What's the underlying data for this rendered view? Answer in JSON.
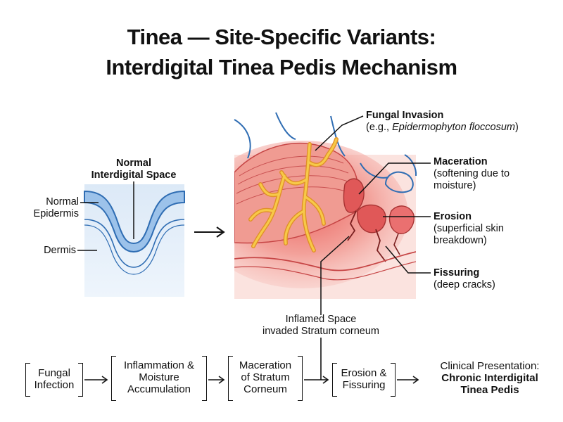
{
  "title": {
    "line1": "Tinea — Site-Specific Variants:",
    "line2": "Interdigital Tinea Pedis Mechanism"
  },
  "normal_panel": {
    "heading_line1": "Normal",
    "heading_line2": "Interdigital Space",
    "epidermis_line1": "Normal",
    "epidermis_line2": "Epidermis",
    "dermis": "Dermis"
  },
  "infected_panel": {
    "fungal_invasion": "Fungal Invasion",
    "fungal_example_prefix": "(e.g., ",
    "fungal_example_species": "Epidermophyton floccosum",
    "fungal_example_suffix": ")",
    "maceration": "Maceration",
    "maceration_line1": "(softening due to",
    "maceration_line2": "moisture)",
    "erosion": "Erosion",
    "erosion_line1": "(superficial skin",
    "erosion_line2": "breakdown)",
    "fissuring": "Fissuring",
    "fissuring_line1": "(deep cracks)",
    "inflamed_line1": "Inflamed Space",
    "inflamed_line2": "invaded Stratum corneum"
  },
  "flow": {
    "step1_line1": "Fungal",
    "step1_line2": "Infection",
    "step2_line1": "Inflammation &",
    "step2_line2": "Moisture",
    "step2_line3": "Accumulation",
    "step3_line1": "Maceration",
    "step3_line2": "of Stratum",
    "step3_line3": "Corneum",
    "step4_line1": "Erosion &",
    "step4_line2": "Fissuring",
    "result_line1": "Clinical Presentation:",
    "result_line2": "Chronic Interdigital",
    "result_line3": "Tinea Pedis"
  },
  "colors": {
    "epidermis_blue": "#4a86c8",
    "dermis_fill": "#dce9f7",
    "inflamed_red": "#e25a5a",
    "tissue_pink": "#f6c2bc",
    "hyphae_yellow": "#f7c948",
    "hyphae_outline": "#e0902a"
  }
}
